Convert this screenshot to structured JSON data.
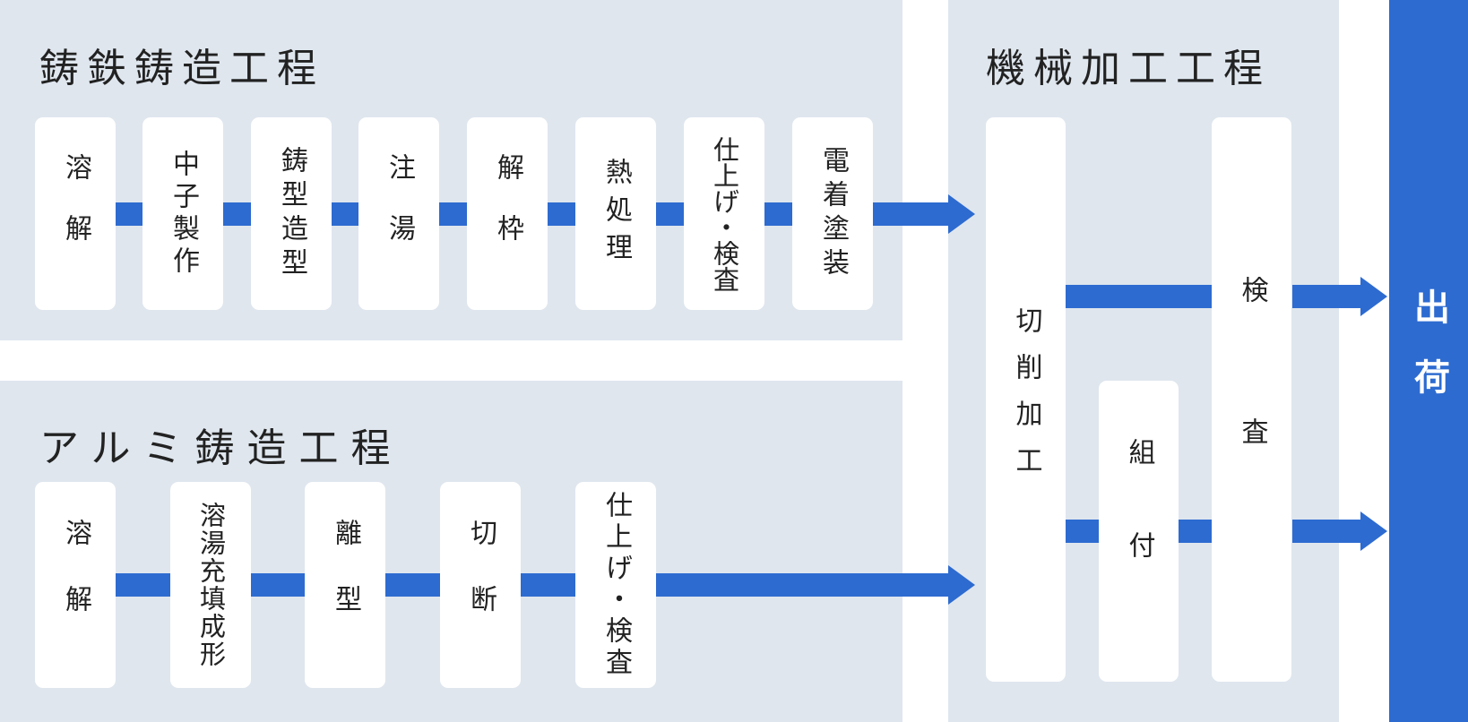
{
  "cast_iron": {
    "title": "鋳鉄鋳造工程",
    "steps": [
      "溶解",
      "中子製作",
      "鋳型造型",
      "注湯",
      "解枠",
      "熱処理",
      "仕上げ・検査",
      "電着塗装"
    ]
  },
  "aluminum": {
    "title": "アルミ鋳造工程",
    "steps": [
      "溶解",
      "溶湯充填成形",
      "離型",
      "切断",
      "仕上げ・検査"
    ]
  },
  "machining": {
    "title": "機械加工工程",
    "cutting": "切削加工",
    "assembly": "組付",
    "inspection": "検査"
  },
  "shipping": "出荷",
  "colors": {
    "panel": "#dfe6ee",
    "accent": "#2d6bd0",
    "box": "#ffffff"
  }
}
